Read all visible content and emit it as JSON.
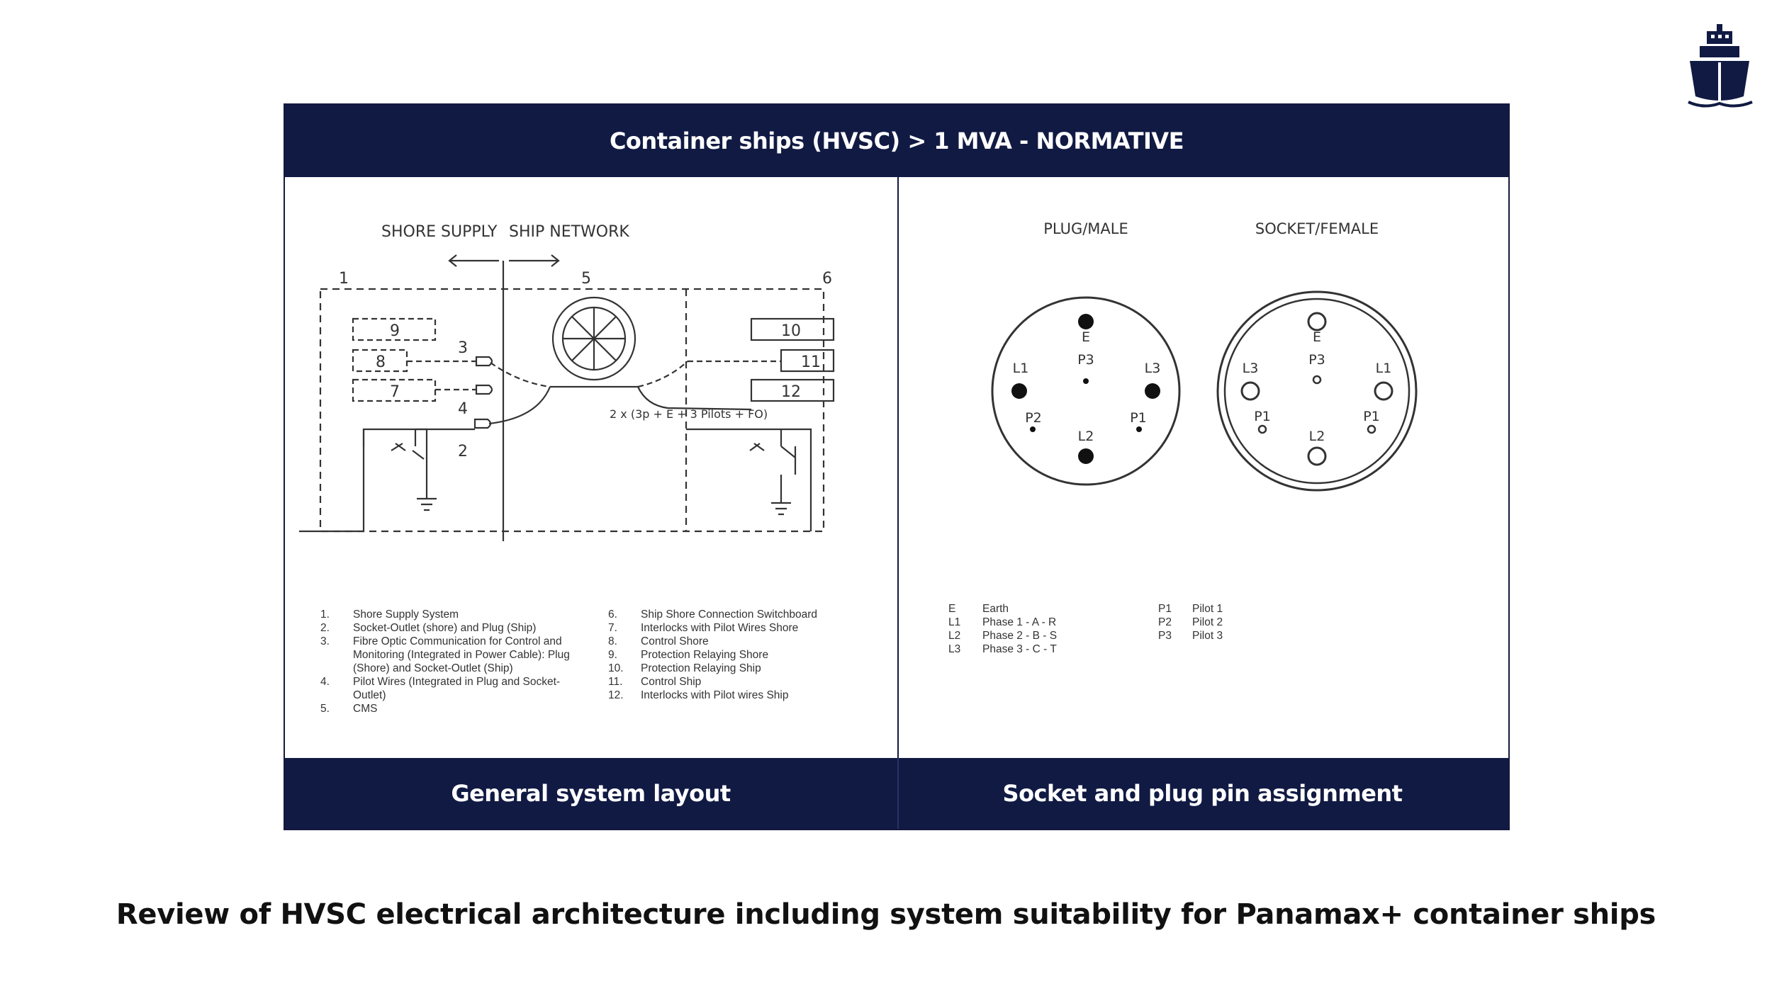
{
  "header": {
    "title": "Container ships (HVSC) > 1 MVA - NORMATIVE"
  },
  "footer": {
    "left_label": "General system layout",
    "right_label": "Socket and plug pin assignment"
  },
  "caption": "Review of HVSC electrical architecture including system suitability for Panamax+ container ships",
  "layout_diagram": {
    "shore_label": "SHORE SUPPLY",
    "ship_label": "SHIP NETWORK",
    "cable_label": "2 x (3p + E + 3 Pilots + FO)",
    "numbers": [
      "1",
      "2",
      "3",
      "4",
      "5",
      "6",
      "7",
      "8",
      "9",
      "10",
      "11",
      "12"
    ]
  },
  "legend_left": [
    {
      "num": "1.",
      "text": "Shore Supply System"
    },
    {
      "num": "2.",
      "text": "Socket-Outlet (shore) and Plug (Ship)"
    },
    {
      "num": "3.",
      "text": "Fibre Optic Communication for Control and Monitoring (Integrated in Power Cable): Plug (Shore) and Socket-Outlet (Ship)"
    },
    {
      "num": "4.",
      "text": "Pilot Wires (Integrated in Plug and Socket-Outlet)"
    },
    {
      "num": "5.",
      "text": "CMS"
    }
  ],
  "legend_right": [
    {
      "num": "6.",
      "text": "Ship Shore Connection Switchboard"
    },
    {
      "num": "7.",
      "text": "Interlocks with Pilot Wires Shore"
    },
    {
      "num": "8.",
      "text": "Control Shore"
    },
    {
      "num": "9.",
      "text": "Protection Relaying Shore"
    },
    {
      "num": "10.",
      "text": "Protection Relaying Ship"
    },
    {
      "num": "11.",
      "text": "Control Ship"
    },
    {
      "num": "12.",
      "text": "Interlocks with Pilot wires Ship"
    }
  ],
  "pins": {
    "plug_title": "PLUG/MALE",
    "socket_title": "SOCKET/FEMALE",
    "plug_labels": {
      "E": "E",
      "P3": "P3",
      "L1": "L1",
      "L3": "L3",
      "P2": "P2",
      "P1": "P1",
      "L2": "L2"
    },
    "socket_labels": {
      "E": "E",
      "P3": "P3",
      "L3": "L3",
      "L1": "L1",
      "P1a": "P1",
      "P1b": "P1",
      "L2": "L2"
    }
  },
  "pin_legend_a": [
    {
      "k": "E",
      "v": "Earth"
    },
    {
      "k": "L1",
      "v": "Phase 1 - A - R"
    },
    {
      "k": "L2",
      "v": "Phase 2 - B - S"
    },
    {
      "k": "L3",
      "v": "Phase 3 - C - T"
    }
  ],
  "pin_legend_b": [
    {
      "k": "P1",
      "v": "Pilot 1"
    },
    {
      "k": "P2",
      "v": "Pilot 2"
    },
    {
      "k": "P3",
      "v": "Pilot 3"
    }
  ],
  "colors": {
    "navy": "#111a43",
    "ink": "#333333"
  }
}
